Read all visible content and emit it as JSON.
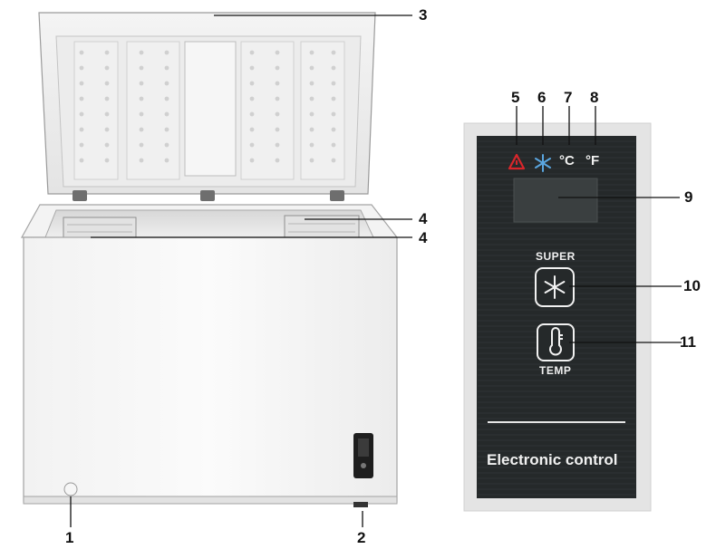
{
  "callouts": {
    "c1": "1",
    "c2": "2",
    "c3": "3",
    "c4a": "4",
    "c4b": "4",
    "c5": "5",
    "c6": "6",
    "c7": "7",
    "c8": "8",
    "c9": "9",
    "c10": "10",
    "c11": "11"
  },
  "panel": {
    "super_label": "SUPER",
    "temp_label": "TEMP",
    "unit_c": "°C",
    "unit_f": "°F",
    "footer_label": "Electronic control"
  },
  "icons": {
    "alarm": "warning-triangle-icon",
    "freeze": "snowflake-icon",
    "super_button": "snowflake-icon",
    "temp_button": "thermometer-icon"
  },
  "colors": {
    "panel_background": "#25292a",
    "alarm_indicator": "#d8262b",
    "freeze_indicator": "#5aa6e0",
    "panel_text": "#f1f1f1"
  }
}
